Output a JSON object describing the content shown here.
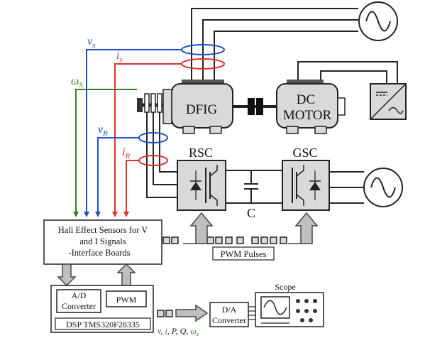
{
  "labels": {
    "vs": "v",
    "vs_sub": "s",
    "is": "i",
    "is_sub": "s",
    "ws": "ω",
    "ws_sub": "S",
    "vr": "v",
    "vr_sub": "R",
    "ir": "i",
    "ir_sub": "R",
    "dfig": "DFIG",
    "dc_motor_1": "DC",
    "dc_motor_2": "MOTOR",
    "rsc": "RSC",
    "gsc": "GSC",
    "capacitor": "C",
    "hall_1": "Hall Effect Sensors for V",
    "hall_2": "and I Signals",
    "hall_3": "-Interface Boards",
    "pwm_pulses": "PWM Pulses",
    "ad_1": "A/D",
    "ad_2": "Converter",
    "pwm": "PWM",
    "dsp": "DSP TMS320F28335",
    "da_1": "D/A",
    "da_2": "Converter",
    "scope": "Scope",
    "out_v": "v",
    "out_sep1": ",",
    "out_i": "i",
    "out_sep2": ",",
    "out_p": "P",
    "out_sep3": ",",
    "out_q": "Q",
    "out_sep4": ",",
    "out_w": "ω",
    "out_w_sub": "s"
  },
  "colors": {
    "voltage": "#1f4fc8",
    "current": "#e0312b",
    "speed": "#3b7d1f",
    "block_fill": "#d9d9d9",
    "arrow_fill": "#bfbfbf"
  }
}
